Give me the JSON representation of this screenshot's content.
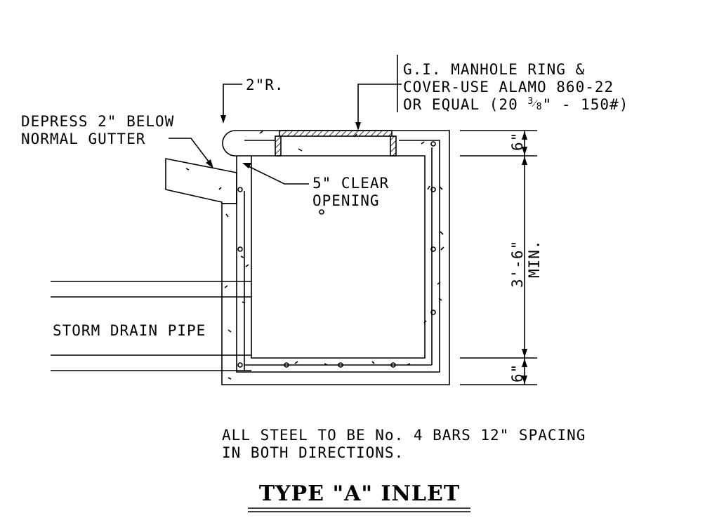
{
  "labels": {
    "manhole_line1": "G.I. MANHOLE RING &",
    "manhole_line2": "COVER-USE ALAMO 860-22",
    "manhole_line3_prefix": "OR EQUAL (20 ",
    "manhole_frac_num": "3",
    "manhole_frac_sep": "⁄",
    "manhole_frac_den": "8",
    "manhole_line3_suffix": "\" - 150#)",
    "radius": "2\"R.",
    "depress_line1": "DEPRESS 2\" BELOW",
    "depress_line2": "NORMAL GUTTER",
    "opening_line1": "5\" CLEAR",
    "opening_line2": "OPENING",
    "storm_drain": "STORM DRAIN PIPE",
    "dim_top": "6\"",
    "dim_mid": "3'-6\"",
    "dim_min": "MIN.",
    "dim_bottom": "6\"",
    "note_line1": "ALL STEEL TO BE No. 4 BARS 12\" SPACING",
    "note_line2": "IN BOTH DIRECTIONS.",
    "title": "TYPE \"A\" INLET"
  }
}
